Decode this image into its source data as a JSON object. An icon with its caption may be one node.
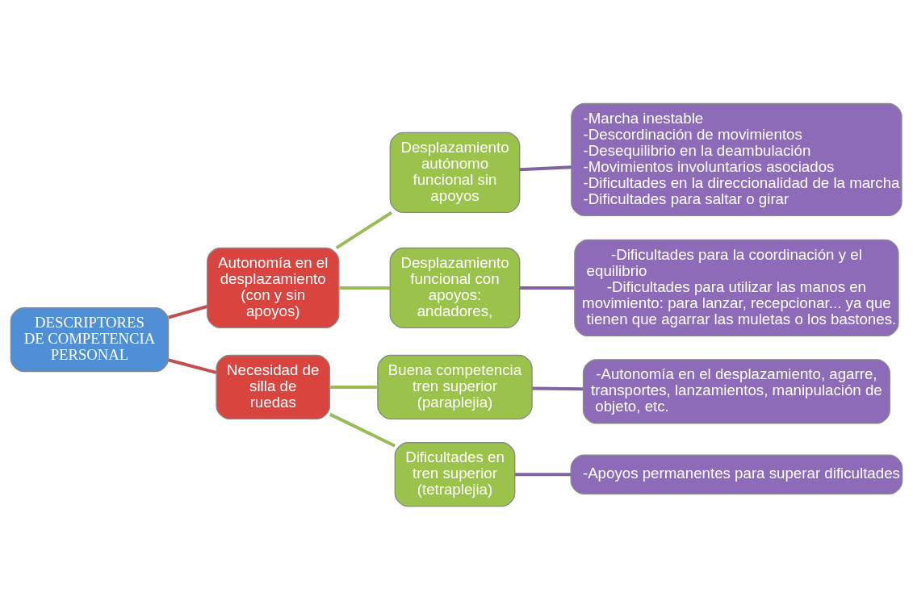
{
  "diagram": {
    "nodes": [
      {
        "text": [
          "DESCRIPTORES DE COMPETENCIA PERSONAL"
        ]
      },
      {
        "text": [
          "Autonomía en el desplazamiento (con y sin apoyos)"
        ]
      },
      {
        "text": [
          "Necesidad de silla de ruedas"
        ]
      },
      {
        "text": [
          "Desplazamiento autónomo funcional sin apoyos"
        ]
      },
      {
        "text": [
          "Desplazamiento funcional con apoyos: andadores,"
        ]
      },
      {
        "text": [
          "Buena competencia tren superior (paraplejia)"
        ]
      },
      {
        "text": [
          "Dificultades en tren superior (tetraplejia)"
        ]
      },
      {
        "text": [
          "-Marcha inestable",
          "-Descordinación de movimientos",
          "-Desequilibrio en la deambulación",
          "-Movimientos involuntarios asociados",
          "-Dificultades en la direccionalidad de la marcha",
          "-Dificultades para saltar o girar"
        ]
      },
      {
        "text": [
          "-Dificultades para la coordinación y el equilibrio",
          "-Dificultades para utilizar las manos en movimiento: para lanzar, recepcionar... ya que tienen que agarrar las muletas o los bastones."
        ]
      },
      {
        "text": [
          "-Autonomía en el desplazamiento, agarre, transportes, lanzamientos, manipulación de objeto, etc."
        ]
      },
      {
        "text": [
          "-Apoyos permanentes para superar dificultades"
        ]
      }
    ],
    "edges": [
      {
        "from": 0,
        "to": 1,
        "arrow": "none",
        "color": "#c0504d"
      },
      {
        "from": 0,
        "to": 2,
        "arrow": "none",
        "color": "#c0504d"
      },
      {
        "from": 1,
        "to": 3,
        "arrow": "none",
        "color": "#9bbb59"
      },
      {
        "from": 1,
        "to": 4,
        "arrow": "none",
        "color": "#9bbb59"
      },
      {
        "from": 2,
        "to": 5,
        "arrow": "none",
        "color": "#9bbb59"
      },
      {
        "from": 2,
        "to": 6,
        "arrow": "none",
        "color": "#9bbb59"
      },
      {
        "from": 3,
        "to": 7,
        "arrow": "none",
        "color": "#8064a2"
      },
      {
        "from": 4,
        "to": 8,
        "arrow": "none",
        "color": "#8064a2"
      },
      {
        "from": 5,
        "to": 9,
        "arrow": "none",
        "color": "#8064a2"
      },
      {
        "from": 6,
        "to": 10,
        "arrow": "none",
        "color": "#8064a2"
      }
    ]
  }
}
